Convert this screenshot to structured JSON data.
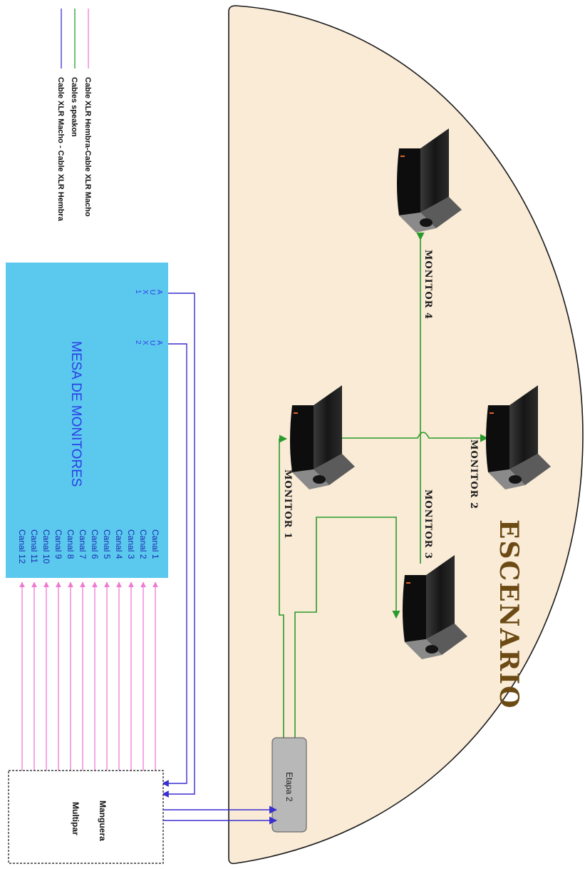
{
  "legend": {
    "xlr_hembra_macho": "Cable XLR Hembra-Cable XLR Macho",
    "speakon": "Cables speakon",
    "xlr_macho_hembra": "Cable XLR Macho - Cable XLR Hembra"
  },
  "stage": {
    "title": "ESCENARIO",
    "amp_label": "Etapa 2",
    "monitors": [
      "MONITOR 1",
      "MONITOR 2",
      "MONITOR 3",
      "MONITOR 4"
    ]
  },
  "console": {
    "title": "MESA DE MONITORES",
    "aux1": [
      "A",
      "U",
      "X",
      "1"
    ],
    "aux2": [
      "A",
      "U",
      "X",
      "2"
    ],
    "channels": [
      "Canal 1",
      "Canal 2",
      "Canal 3",
      "Canal 4",
      "Canal 5",
      "Canal 6",
      "Canal 7",
      "Canal 8",
      "Canal 9",
      "Canal 10",
      "Canal 11",
      "Canal 12"
    ]
  },
  "multipar": {
    "label1": "Manguera",
    "label2": "Multipar"
  },
  "colors": {
    "stage_fill": "#f9ebd6",
    "console_fill": "#5bc8ee",
    "console_text": "#2c3ee6",
    "speakon": "#2a9a2a",
    "xlr_macho_hembra": "#3a2fd0",
    "xlr_hembra_macho": "#f07ad2",
    "stage_title": "#6b4a14",
    "amp_fill": "#b8b8b8"
  }
}
